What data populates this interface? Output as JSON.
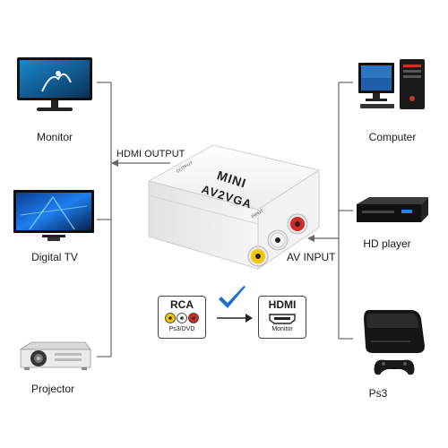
{
  "left_devices": [
    {
      "label": "Monitor",
      "icon": "monitor-icon"
    },
    {
      "label": "Digital  TV",
      "icon": "tv-icon"
    },
    {
      "label": "Projector",
      "icon": "projector-icon"
    }
  ],
  "right_devices": [
    {
      "label": "Computer",
      "icon": "computer-tower-icon"
    },
    {
      "label": "HD player",
      "icon": "hd-player-icon"
    },
    {
      "label": "Ps3",
      "icon": "ps3-console-icon"
    }
  ],
  "converter": {
    "brand": "MINI",
    "model": "AV2VGA",
    "port_output": "OUTPUT",
    "port_input": "INPUT"
  },
  "connections": {
    "output_label": "HDMI OUTPUT",
    "input_label": "AV INPUT"
  },
  "conversion": {
    "from_title": "RCA",
    "from_sub": "Ps3/DVD",
    "to_title": "HDMI",
    "to_sub": "Monitor"
  },
  "colors": {
    "line": "#555555",
    "check": "#1f6fd1",
    "rca_yellow": "#f2c500",
    "rca_white": "#f4f4f4",
    "rca_red": "#d22a2a"
  }
}
